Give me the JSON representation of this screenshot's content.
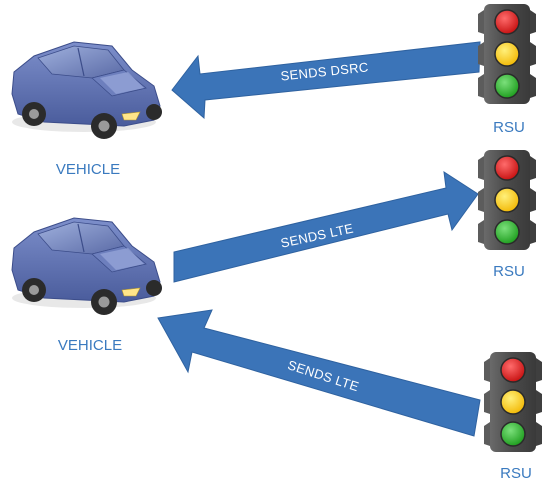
{
  "colors": {
    "arrow": "#3b74b8",
    "arrow_edge": "#2f62a0",
    "label": "#3a7abf",
    "car_body": "#5a6fb0",
    "light_housing": "#555555",
    "light_red": "#e01b1b",
    "light_yellow": "#ffd21a",
    "light_green": "#2bb52b"
  },
  "entities": {
    "vehicle_top": {
      "label": "VEHICLE",
      "icon": "car-icon"
    },
    "vehicle_middle": {
      "label": "VEHICLE",
      "icon": "car-icon"
    },
    "rsu_top": {
      "label": "RSU",
      "icon": "traffic-light-icon"
    },
    "rsu_middle": {
      "label": "RSU",
      "icon": "traffic-light-icon"
    },
    "rsu_bottom": {
      "label": "RSU",
      "icon": "traffic-light-icon"
    }
  },
  "arrows": {
    "top": {
      "label": "SENDS DSRC",
      "from": "rsu_top",
      "to": "vehicle_top"
    },
    "middle": {
      "label": "SENDS LTE",
      "from": "vehicle_middle",
      "to": "rsu_middle"
    },
    "bottom": {
      "label": "SENDS LTE",
      "from": "rsu_bottom",
      "to": "vehicle_middle"
    }
  }
}
